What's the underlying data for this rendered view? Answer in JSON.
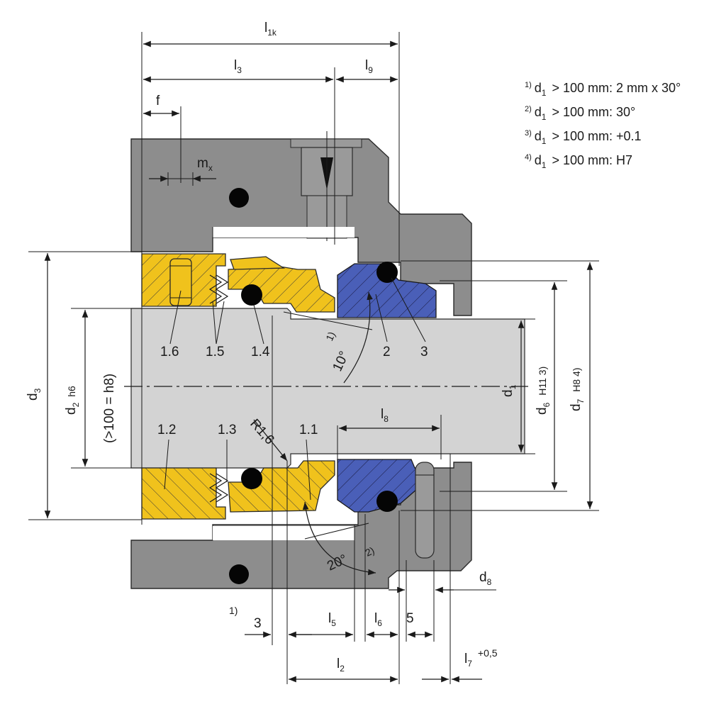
{
  "notes": [
    {
      "num": "1)",
      "pre": "d",
      "sub": "1",
      "text": "> 100 mm: 2 mm x 30°"
    },
    {
      "num": "2)",
      "pre": "d",
      "sub": "1",
      "text": "> 100 mm: 30°"
    },
    {
      "num": "3)",
      "pre": "d",
      "sub": "1",
      "text": "> 100 mm: +0.1"
    },
    {
      "num": "4)",
      "pre": "d",
      "sub": "1",
      "text": "> 100 mm: H7"
    }
  ],
  "dims": {
    "l1k": {
      "main": "l",
      "sub": "1k"
    },
    "l3": {
      "main": "l",
      "sub": "3"
    },
    "l9": {
      "main": "l",
      "sub": "9"
    },
    "f": {
      "main": "f"
    },
    "mx": {
      "main": "m",
      "sub": "x"
    },
    "d3": {
      "main": "d",
      "sub": "3"
    },
    "d2": {
      "main": "d",
      "sub": "2",
      "tol": "h6"
    },
    "d2_note": "(>100 = h8)",
    "d1": {
      "main": "d",
      "sub": "1"
    },
    "d6": {
      "main": "d",
      "sub": "6",
      "tol": "H11  3)"
    },
    "d7": {
      "main": "d",
      "sub": "7",
      "tol": "H8  4)"
    },
    "l8": {
      "main": "l",
      "sub": "8"
    },
    "d8": {
      "main": "d",
      "sub": "8"
    },
    "l5": {
      "main": "l",
      "sub": "5"
    },
    "l6": {
      "main": "l",
      "sub": "6"
    },
    "l2": {
      "main": "l",
      "sub": "2"
    },
    "l7": {
      "main": "l",
      "sub": "7",
      "tol": "+0,5"
    },
    "three": "3",
    "five": "5",
    "fn1_bottom": "1)"
  },
  "parts": {
    "p16": "1.6",
    "p15": "1.5",
    "p14": "1.4",
    "p12": "1.2",
    "p13": "1.3",
    "p11": "1.1",
    "p2": "2",
    "p3": "3"
  },
  "angles": {
    "a10": "10°",
    "a10_ref": "1)",
    "a20": "20°",
    "a20_ref": "2)",
    "r16": "R1,6"
  },
  "colors": {
    "housing": "#8d8d8d",
    "shaft": "#d3d3d3",
    "gold": "#f0c21c",
    "gold_dark": "#e6b01a",
    "blue": "#4a5fb8"
  }
}
